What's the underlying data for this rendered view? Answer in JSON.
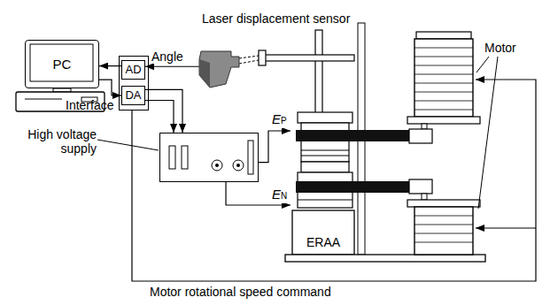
{
  "diagram": {
    "nodes": [
      {
        "text": [
          "Laser displacement sensor"
        ]
      },
      {
        "text": [
          "PC"
        ]
      },
      {
        "text": [
          "Interface"
        ]
      },
      {
        "text": [
          "AD"
        ],
        "in": 2
      },
      {
        "text": [
          "DA"
        ],
        "in": 2
      },
      {
        "text": [
          "High voltage supply"
        ]
      },
      {
        "text": [
          "ERAA"
        ]
      }
    ],
    "edges": [
      {
        "from": 0,
        "to": 3,
        "arrow": "to",
        "label": "Angle"
      },
      {
        "from": 3,
        "to": 1,
        "arrow": "to"
      },
      {
        "from": 1,
        "to": 4,
        "arrow": "to"
      },
      {
        "from": 4,
        "to": 5,
        "arrow": "to"
      },
      {
        "from": 4,
        "to": 5,
        "arrow": "to"
      },
      {
        "from": 5,
        "to": 6,
        "arrow": "to",
        "label": "EP"
      },
      {
        "from": 5,
        "to": 6,
        "arrow": "to",
        "label": "EN"
      }
    ],
    "labels": [
      "Motor",
      "Motor rotational speed command"
    ]
  }
}
